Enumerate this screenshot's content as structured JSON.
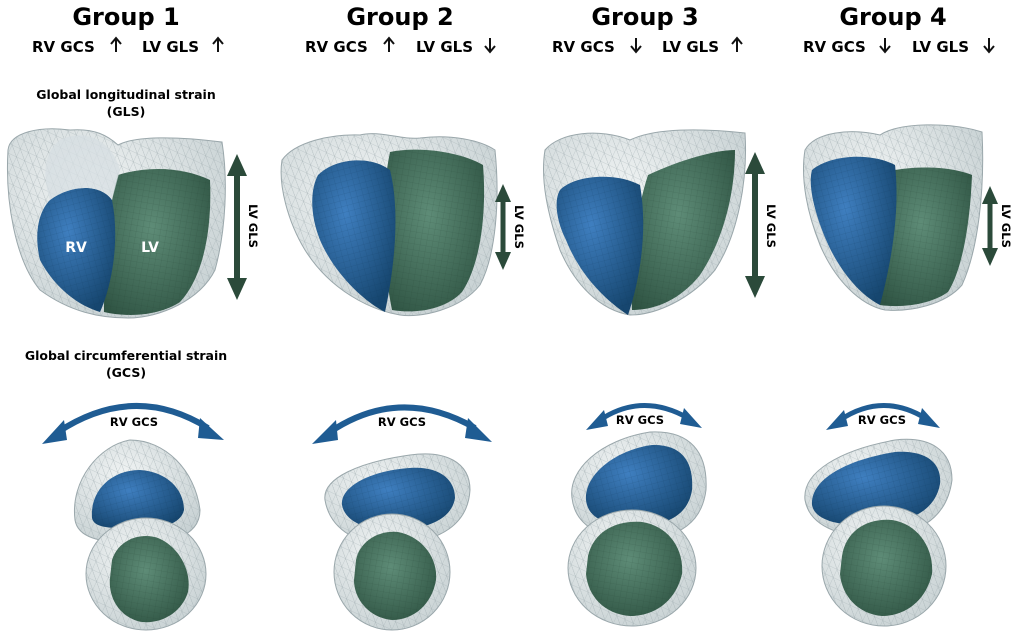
{
  "groups": [
    {
      "title": "Group 1",
      "rv_gcs": "RV GCS",
      "rv_dir": "up",
      "lv_gls": "LV GLS",
      "lv_dir": "up"
    },
    {
      "title": "Group 2",
      "rv_gcs": "RV GCS",
      "rv_dir": "up",
      "lv_gls": "LV GLS",
      "lv_dir": "down"
    },
    {
      "title": "Group 3",
      "rv_gcs": "RV GCS",
      "rv_dir": "down",
      "lv_gls": "LV GLS",
      "lv_dir": "up"
    },
    {
      "title": "Group 4",
      "rv_gcs": "RV GCS",
      "rv_dir": "down",
      "lv_gls": "LV GLS",
      "lv_dir": "down"
    }
  ],
  "sections": {
    "gls_title_line1": "Global longitudinal strain",
    "gls_title_line2": "(GLS)",
    "gcs_title_line1": "Global circumferential strain",
    "gcs_title_line2": "(GCS)"
  },
  "labels": {
    "rv": "RV",
    "lv": "LV",
    "lv_gls_arrow": "LV GLS",
    "rv_gcs_arrow": "RV GCS"
  },
  "colors": {
    "rv_blue": "#1f5c93",
    "lv_green": "#46725e",
    "mesh_outer": "#dfe6e6",
    "mesh_line": "#9aa7ab",
    "arrow_dark_green": "#2b4a3a",
    "arrow_blue": "#1f5c93"
  }
}
